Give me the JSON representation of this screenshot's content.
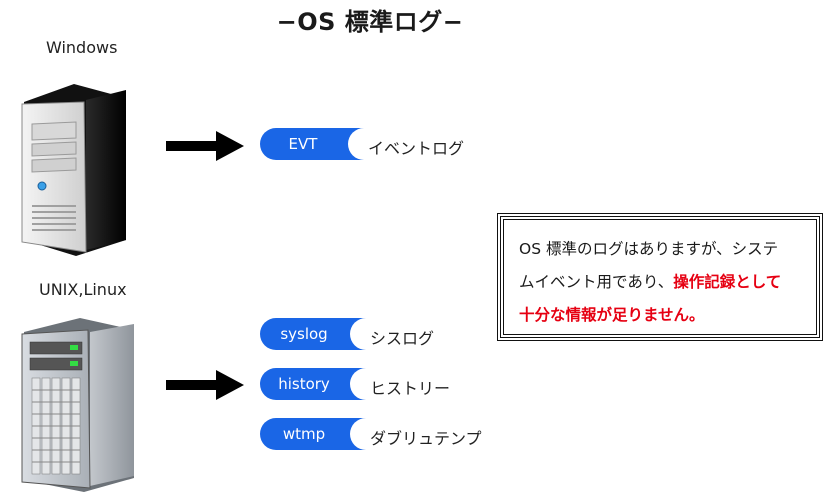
{
  "title": "−OS 標準ログ−",
  "windows": {
    "label": "Windows",
    "logs": [
      {
        "tag": "EVT",
        "desc": "イベントログ"
      }
    ]
  },
  "unix": {
    "label": "UNIX,Linux",
    "logs": [
      {
        "tag": "syslog",
        "desc": "シスログ"
      },
      {
        "tag": "history",
        "desc": "ヒストリー"
      },
      {
        "tag": "wtmp",
        "desc": "ダブリュテンプ"
      }
    ]
  },
  "notice": {
    "line1": "OS 標準のログはありますが、システ",
    "line2_plain": "ムイベント用であり、",
    "line2_red": "操作記録として",
    "line3_red": "十分な情報が足りません。"
  },
  "colors": {
    "pill": "#1a66e6",
    "alert": "#e60012"
  },
  "icons": [
    "windows-server-icon",
    "rack-server-icon",
    "right-arrow-icon"
  ]
}
